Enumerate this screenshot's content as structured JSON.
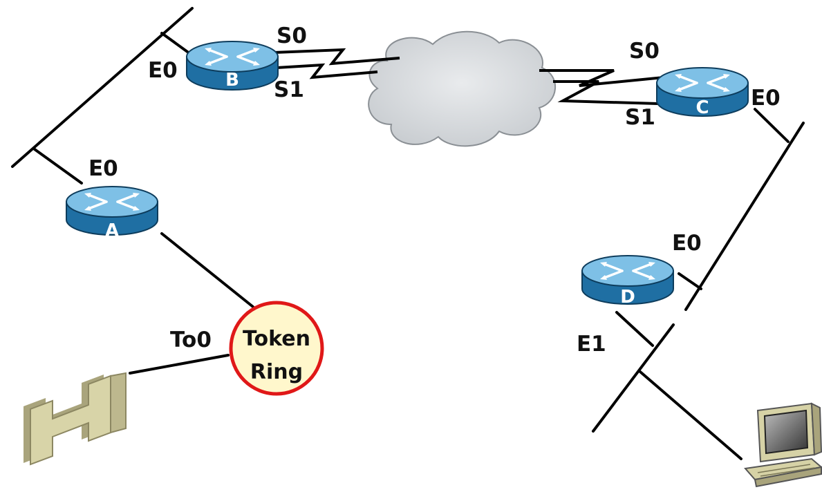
{
  "routers": {
    "a": {
      "label": "A",
      "ports": {
        "e0": "E0"
      }
    },
    "b": {
      "label": "B",
      "ports": {
        "e0": "E0",
        "s0": "S0",
        "s1": "S1"
      }
    },
    "c": {
      "label": "C",
      "ports": {
        "e0": "E0",
        "s0": "S0",
        "s1": "S1"
      }
    },
    "d": {
      "label": "D",
      "ports": {
        "e0": "E0",
        "e1": "E1"
      }
    }
  },
  "token_ring": {
    "line1": "Token",
    "line2": "Ring",
    "port": "To0"
  },
  "icons": {
    "router": "router-icon",
    "cloud": "wan-cloud-icon",
    "token_ring": "token-ring-icon",
    "bridge": "bridge-icon",
    "workstation": "workstation-icon"
  },
  "colors": {
    "router_body": "#1f6fa3",
    "router_top": "#7ec0e6",
    "cloud": "#d9dcdf",
    "token_ring_fill": "#fff7cc",
    "token_ring_border": "#e01818",
    "bridge": "#d8d4a8",
    "workstation": "#d6d2a6"
  }
}
